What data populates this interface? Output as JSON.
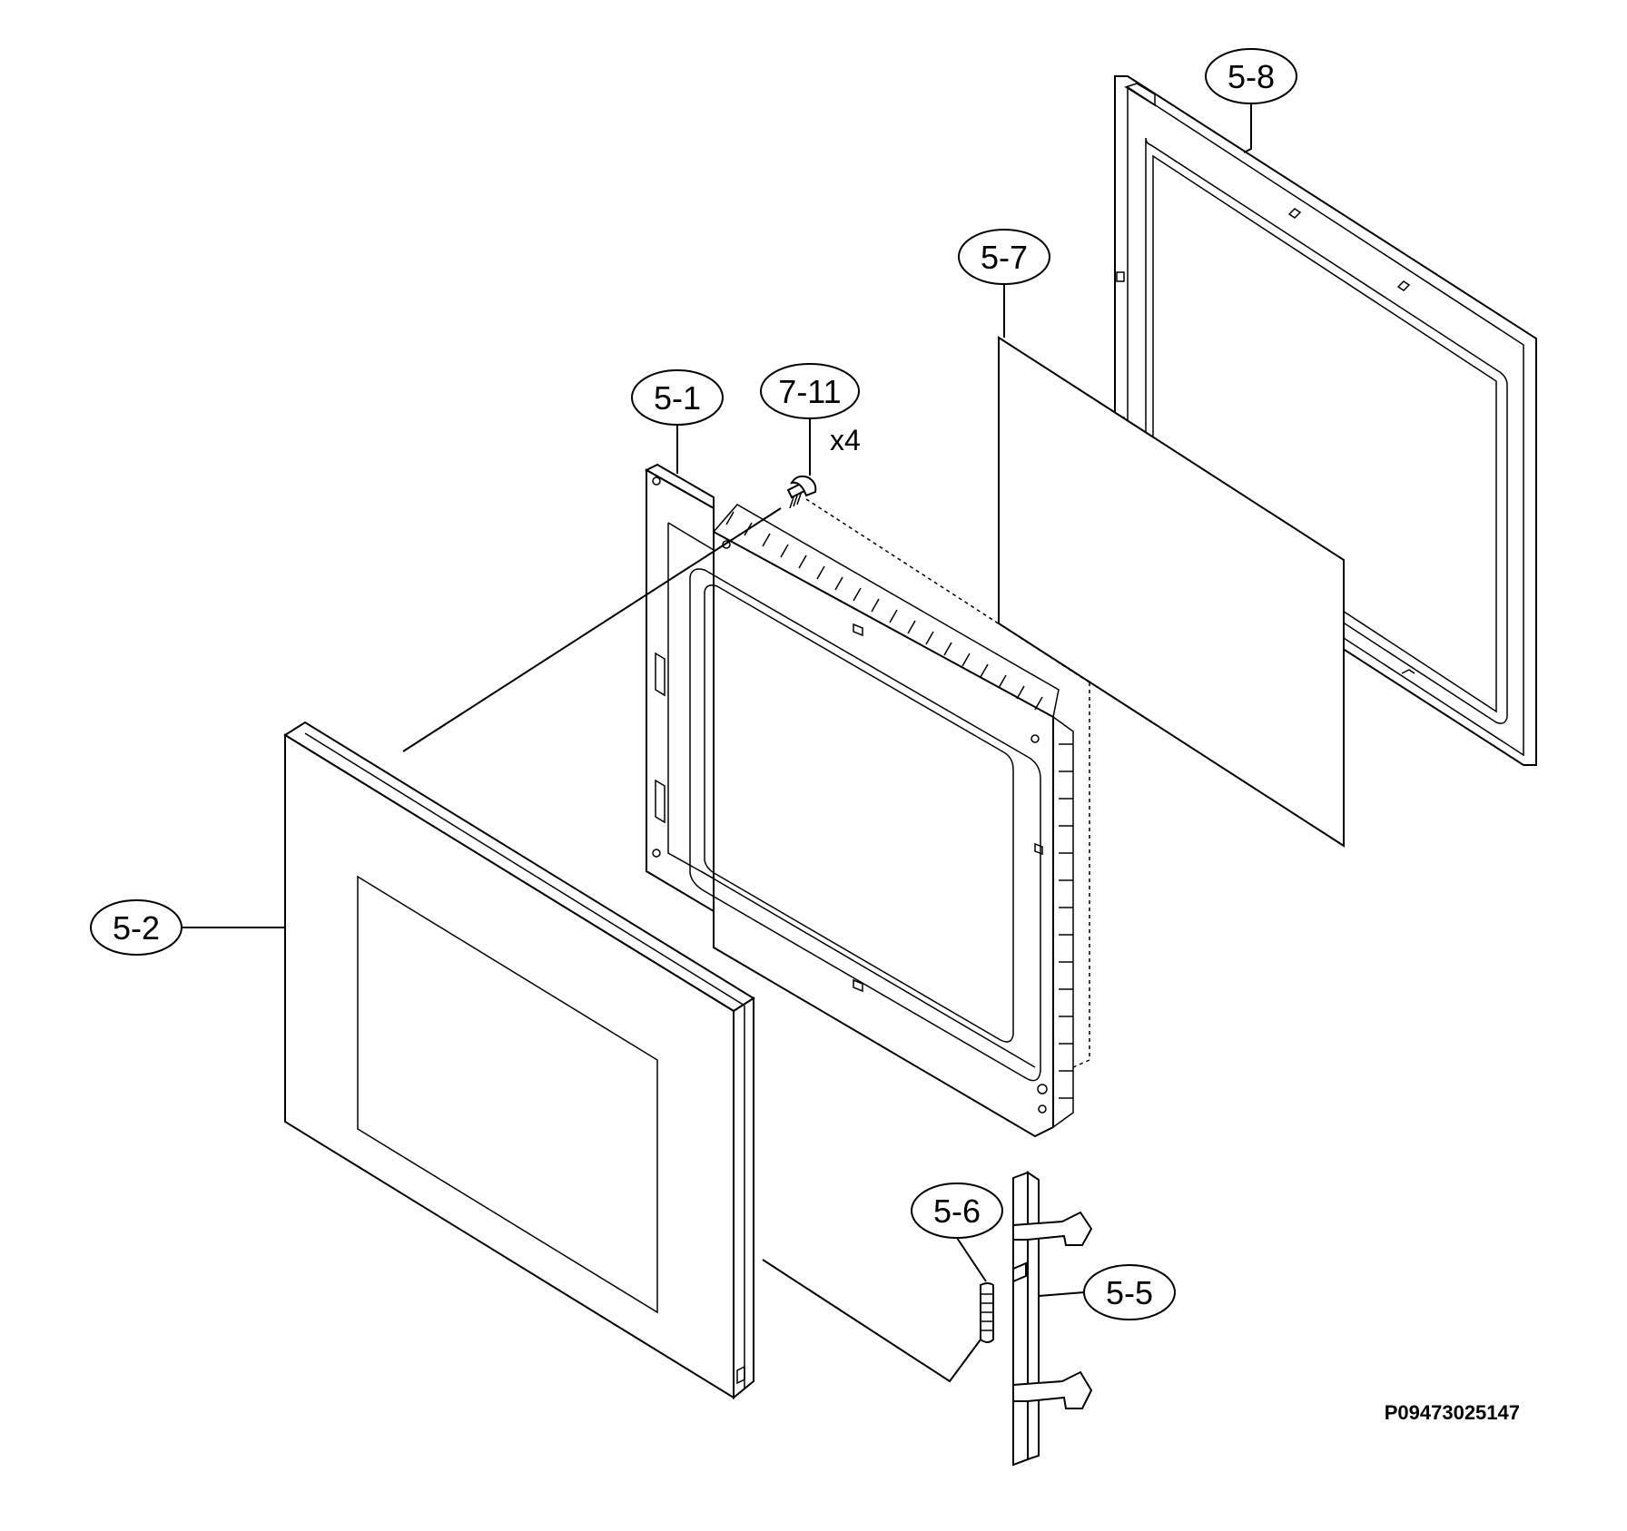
{
  "diagram": {
    "reference_code": "P09473025147",
    "callouts": [
      {
        "id": "c58",
        "label": "5-8"
      },
      {
        "id": "c57",
        "label": "5-7"
      },
      {
        "id": "c51",
        "label": "5-1"
      },
      {
        "id": "c711",
        "label": "7-11"
      },
      {
        "id": "c52",
        "label": "5-2"
      },
      {
        "id": "c56",
        "label": "5-6"
      },
      {
        "id": "c55",
        "label": "5-5"
      }
    ],
    "quantity_note": "x4"
  }
}
